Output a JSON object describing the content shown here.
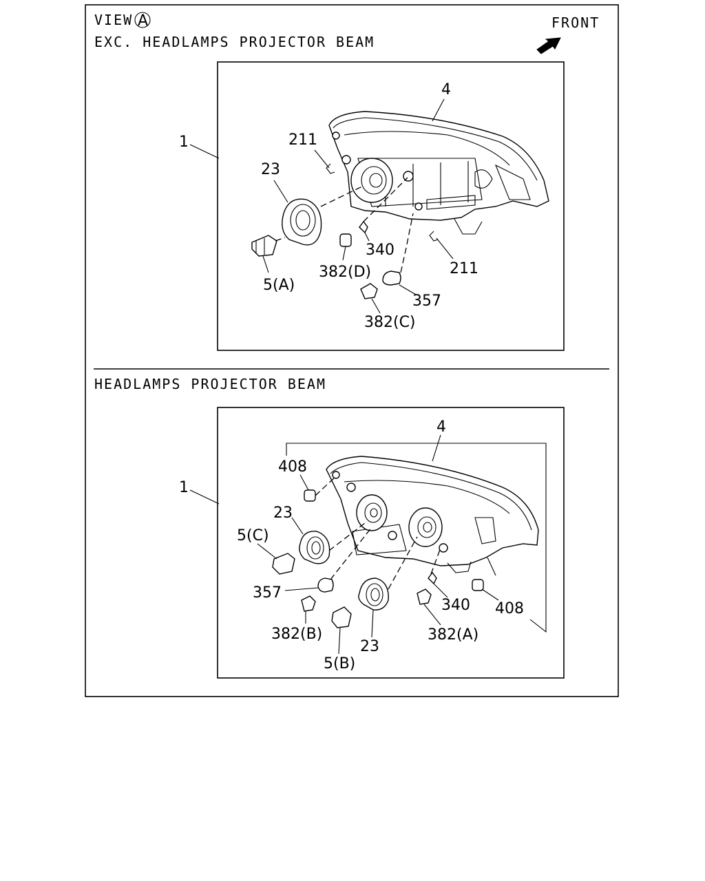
{
  "header": {
    "view_label": "VIEW",
    "view_letter": "A",
    "front_label": "FRONT"
  },
  "sections": [
    {
      "title": "EXC. HEADLAMPS PROJECTOR BEAM",
      "callouts": {
        "assembly": "1",
        "housing": "4",
        "clip_upper": "211",
        "clip_lower": "211",
        "cover": "23",
        "bulb_socket": "5(A)",
        "wedge_bulb": "340",
        "socket_d": "382(D)",
        "bulb": "357",
        "socket_c": "382(C)"
      }
    },
    {
      "title": "HEADLAMPS PROJECTOR BEAM",
      "callouts": {
        "assembly": "1",
        "housing": "4",
        "cap_upper": "408",
        "cap_lower": "408",
        "cover_upper": "23",
        "cover_lower": "23",
        "socket_c": "5(C)",
        "socket_b": "5(B)",
        "bulb": "357",
        "wedge_bulb": "340",
        "holder_b": "382(B)",
        "holder_a": "382(A)"
      }
    }
  ]
}
